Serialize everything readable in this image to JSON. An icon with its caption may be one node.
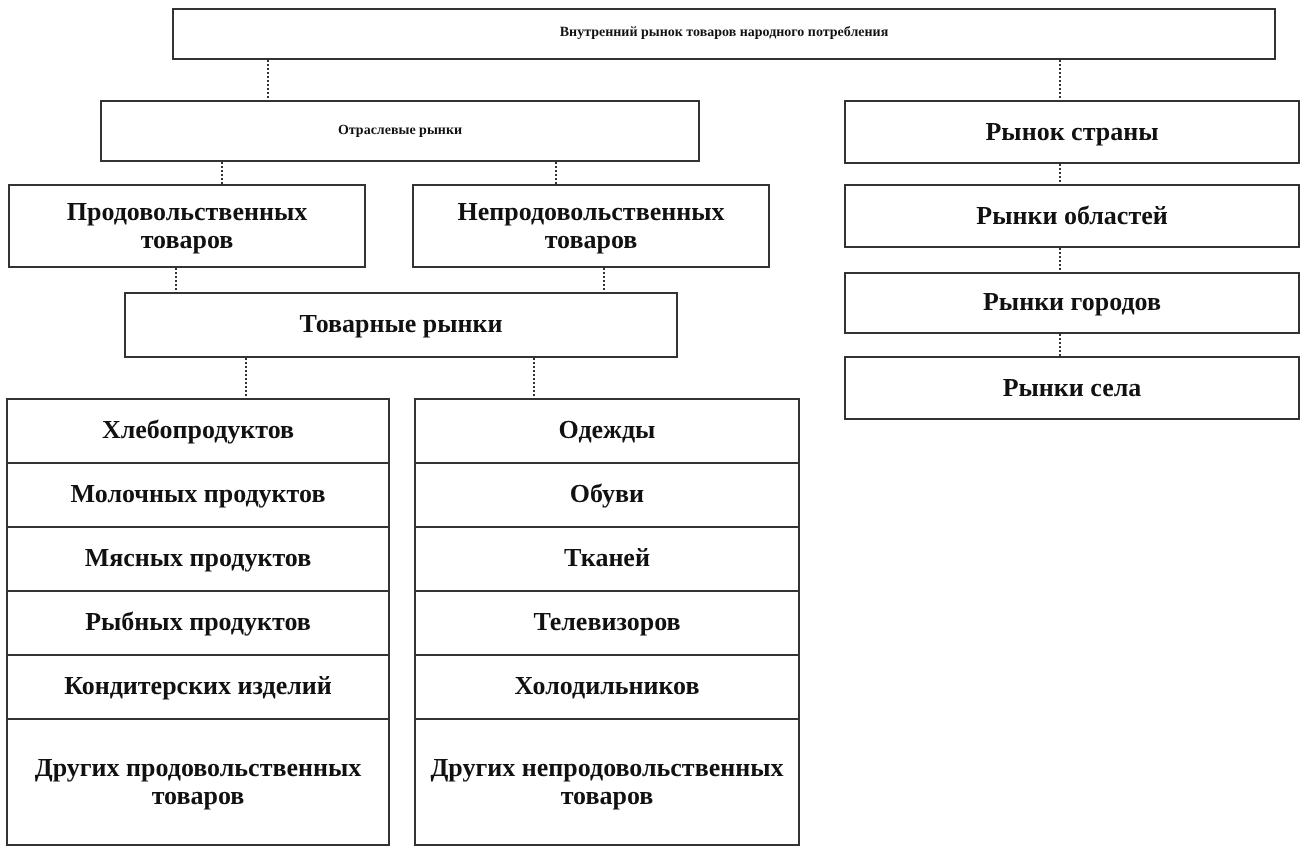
{
  "diagram": {
    "nodes": [
      {
        "text": [
          "Внутренний рынок товаров народного потребления"
        ]
      },
      {
        "text": [
          "Отраслевые рынки"
        ]
      },
      {
        "text": [
          "Рынок страны"
        ]
      },
      {
        "text": [
          "Продовольственных товаров"
        ]
      },
      {
        "text": [
          "Непродовольственных товаров"
        ]
      },
      {
        "text": [
          "Рынки областей"
        ]
      },
      {
        "text": [
          "Товарные рынки"
        ]
      },
      {
        "text": [
          "Рынки городов"
        ]
      },
      {
        "text": [
          "Рынки села"
        ]
      },
      {
        "text": [
          "Хлебопродуктов"
        ]
      },
      {
        "text": [
          "Молочных продуктов"
        ]
      },
      {
        "text": [
          "Мясных продуктов"
        ]
      },
      {
        "text": [
          "Рыбных продуктов"
        ]
      },
      {
        "text": [
          "Кондитерских изделий"
        ]
      },
      {
        "text": [
          "Других продовольственных товаров"
        ]
      },
      {
        "text": [
          "Одежды"
        ]
      },
      {
        "text": [
          "Обуви"
        ]
      },
      {
        "text": [
          "Тканей"
        ]
      },
      {
        "text": [
          "Телевизоров"
        ]
      },
      {
        "text": [
          "Холодильников"
        ]
      },
      {
        "text": [
          "Других непродовольственных товаров"
        ]
      }
    ],
    "edges": [
      {
        "from": 0,
        "to": 1,
        "arrow": "none"
      },
      {
        "from": 0,
        "to": 2,
        "arrow": "none"
      },
      {
        "from": 1,
        "to": 3,
        "arrow": "none"
      },
      {
        "from": 1,
        "to": 4,
        "arrow": "none"
      },
      {
        "from": 3,
        "to": 6,
        "arrow": "none"
      },
      {
        "from": 4,
        "to": 6,
        "arrow": "none"
      },
      {
        "from": 6,
        "to": 9,
        "arrow": "none"
      },
      {
        "from": 6,
        "to": 15,
        "arrow": "none"
      },
      {
        "from": 2,
        "to": 5,
        "arrow": "none"
      },
      {
        "from": 5,
        "to": 7,
        "arrow": "none"
      },
      {
        "from": 7,
        "to": 8,
        "arrow": "none"
      }
    ]
  }
}
